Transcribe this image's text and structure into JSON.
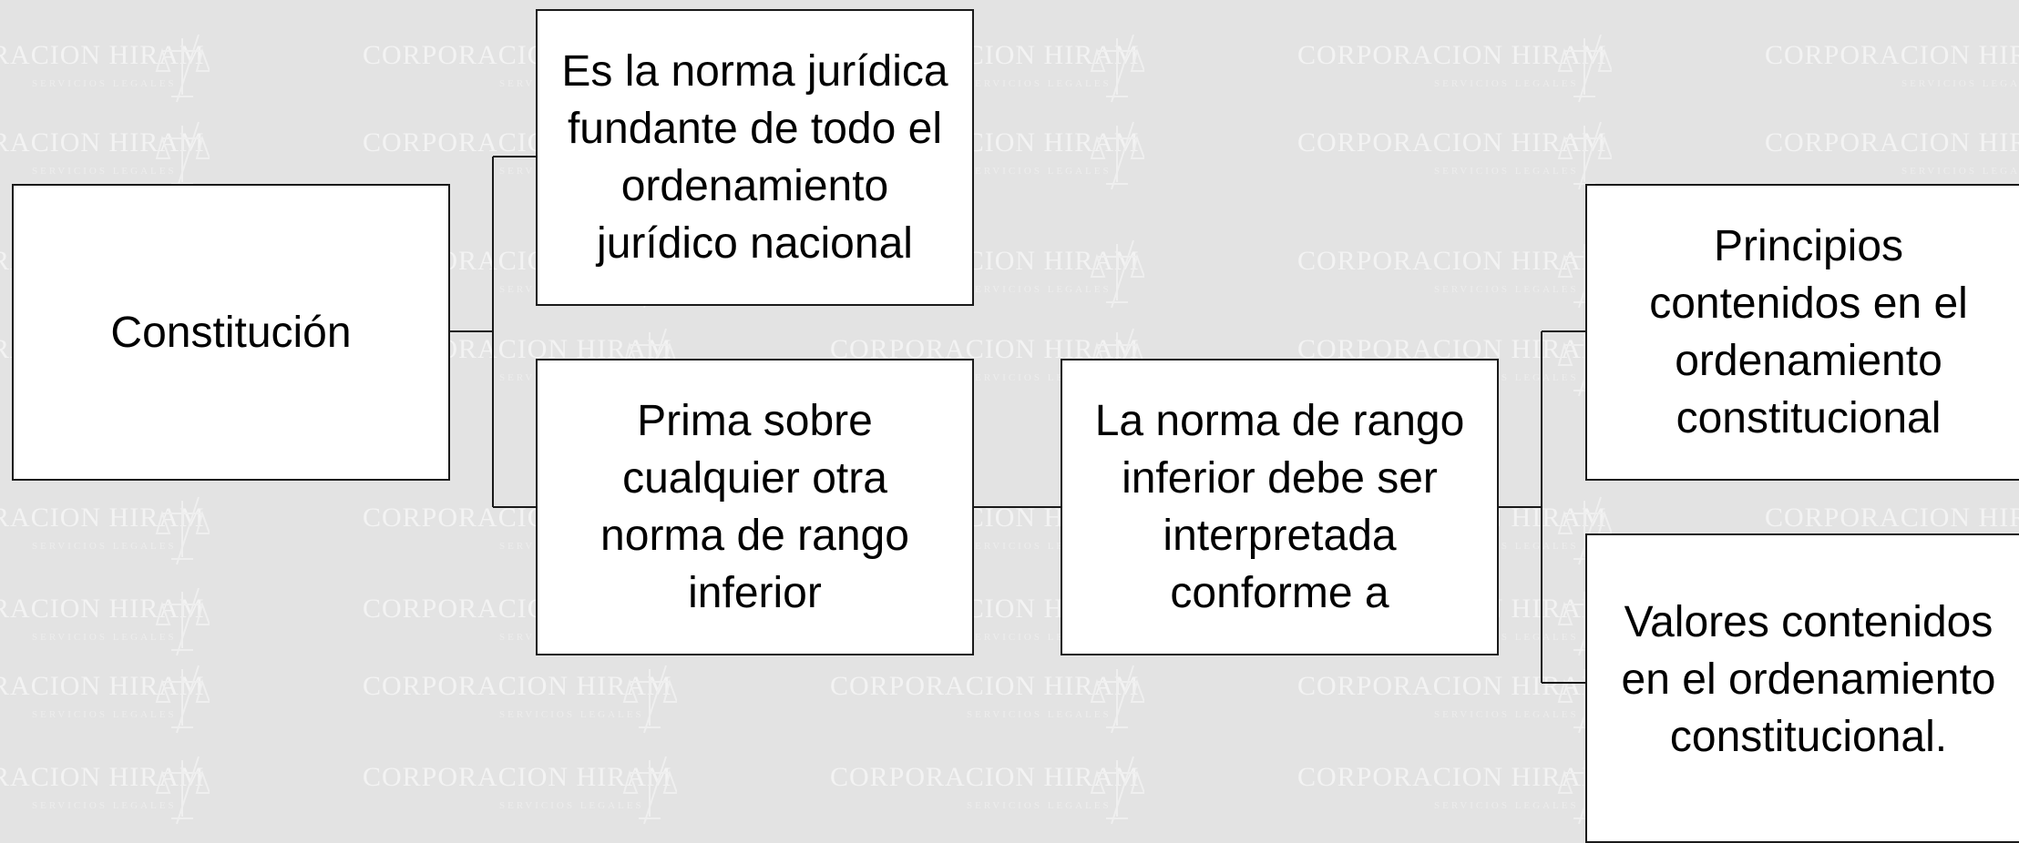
{
  "watermark": {
    "text": "Corporacion Hiram",
    "subtext": "SERVICIOS LEGALES",
    "logo_icon": "scales-of-justice-icon"
  },
  "diagram": {
    "constitucion": "Constitución",
    "fundante": "Es la norma jurídica\nfundante de todo el\nordenamiento\njurídico nacional",
    "prima": "Prima sobre\ncualquier otra\nnorma de rango\ninferior",
    "interpretada": "La norma de rango\ninferior debe ser\ninterpretada\nconforme a",
    "principios": "Principios\ncontenidos en el\nordenamiento\nconstitucional",
    "valores": "Valores contenidos\nen el ordenamiento\nconstitucional."
  },
  "colors": {
    "background": "#e3e3e3",
    "box_fill": "#ffffff",
    "line": "#1a1a1a"
  }
}
